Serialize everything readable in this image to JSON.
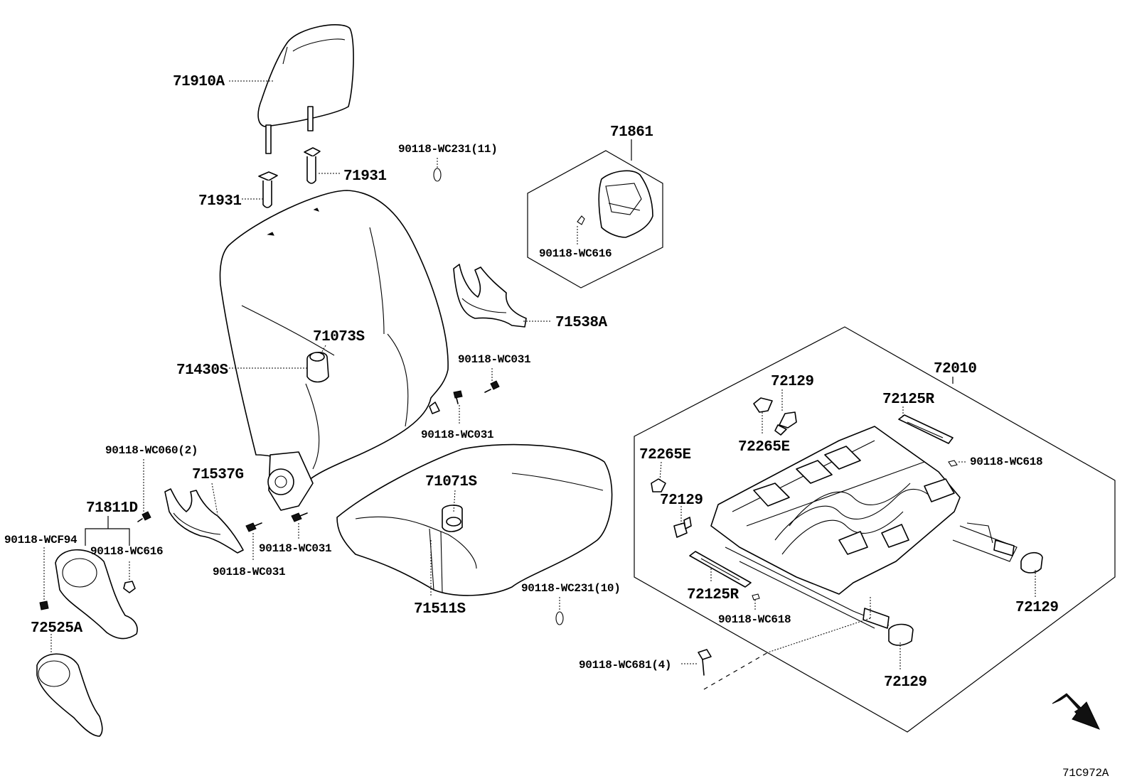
{
  "labels": {
    "headrest": "71910A",
    "headrest_support_right": "71931",
    "headrest_support_left": "71931",
    "clip_wc231_11": "90118-WC231(11)",
    "assembly_71861": "71861",
    "clip_wc616_top": "90118-WC616",
    "cover_71538a": "71538A",
    "pad_71073s": "71073S",
    "back_71430s": "71430S",
    "bolt_wc031_a": "90118-WC031",
    "bolt_wc031_b": "90118-WC031",
    "bolt_wc060": "90118-WC060(2)",
    "cover_71537g": "71537G",
    "cushion_71071s": "71071S",
    "shield_71811d": "71811D",
    "screw_wcf94": "90118-WCF94",
    "clip_wc616_bottom": "90118-WC616",
    "bolt_wc031_c": "90118-WC031",
    "bolt_wc031_d": "90118-WC031",
    "cushion_71511s": "71511S",
    "clip_wc231_10": "90118-WC231(10)",
    "knob_72525a": "72525A",
    "adjuster_72010": "72010",
    "clip_72129_top": "72129",
    "cover_72125r_top": "72125R",
    "hook_72265e_mid": "72265E",
    "hook_72265e_left": "72265E",
    "clip_wc618_right": "90118-WC618",
    "clip_72129_left": "72129",
    "cover_72125r_bottom": "72125R",
    "clip_wc618_bottom": "90118-WC618",
    "clip_72129_right": "72129",
    "bolt_wc681": "90118-WC681(4)",
    "clip_72129_bottom": "72129",
    "fwd": "FWD",
    "diagram_code": "71C972A"
  }
}
